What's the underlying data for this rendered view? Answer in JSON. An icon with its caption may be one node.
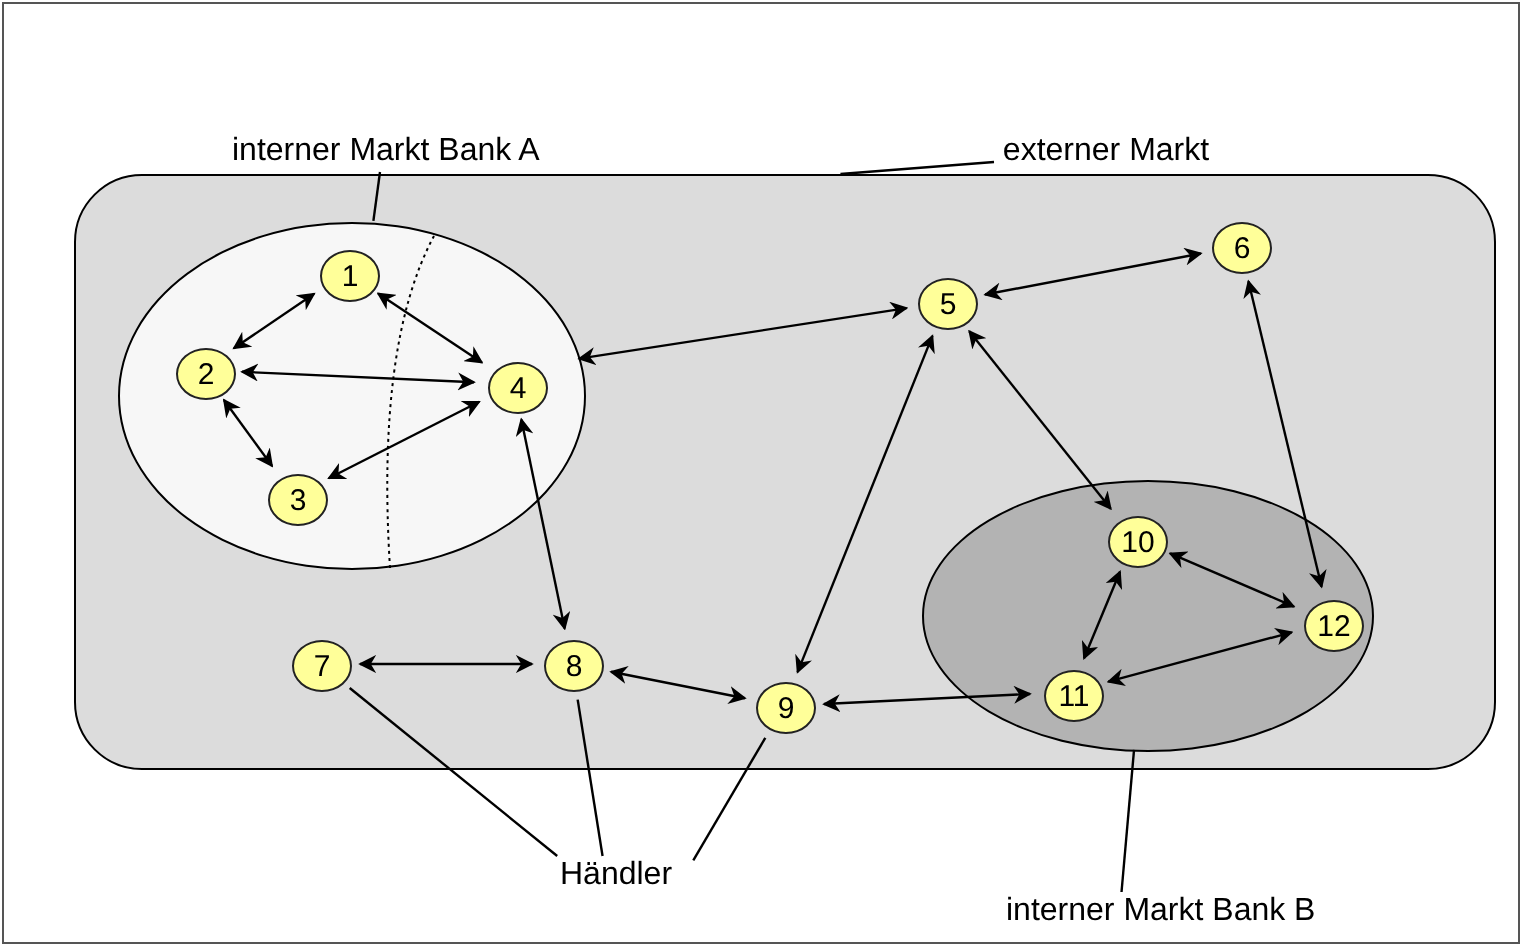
{
  "diagram": {
    "nodes": [
      {
        "text": [],
        "shape": "box"
      },
      {
        "text": [],
        "shape": "ellipse",
        "in": 0
      },
      {
        "text": [
          "1"
        ],
        "in": 1
      },
      {
        "text": [
          "2"
        ],
        "in": 1
      },
      {
        "text": [
          "3"
        ],
        "in": 1
      },
      {
        "text": [
          "4"
        ],
        "in": 1
      },
      {
        "text": [
          "5"
        ],
        "in": 0
      },
      {
        "text": [
          "6"
        ],
        "in": 0
      },
      {
        "text": [
          "7"
        ],
        "in": 0
      },
      {
        "text": [
          "8"
        ],
        "in": 0
      },
      {
        "text": [
          "9"
        ],
        "in": 0
      },
      {
        "text": [],
        "shape": "ellipse",
        "in": 0
      },
      {
        "text": [
          "10"
        ],
        "in": 11
      },
      {
        "text": [
          "11"
        ],
        "in": 11
      },
      {
        "text": [
          "12"
        ],
        "in": 11
      },
      {
        "text": [
          "interner Markt Bank A"
        ]
      },
      {
        "text": [
          "externer Markt"
        ]
      },
      {
        "text": [
          "Händler"
        ]
      },
      {
        "text": [
          "interner Markt Bank B"
        ]
      }
    ],
    "edges": [
      {
        "from": 2,
        "to": 3,
        "arrow": "both"
      },
      {
        "from": 2,
        "to": 5,
        "arrow": "both"
      },
      {
        "from": 3,
        "to": 5,
        "arrow": "both"
      },
      {
        "from": 3,
        "to": 4,
        "arrow": "both"
      },
      {
        "from": 4,
        "to": 5,
        "arrow": "both"
      },
      {
        "from": 5,
        "to": 9,
        "arrow": "both"
      },
      {
        "from": 6,
        "to": 1,
        "arrow": "both"
      },
      {
        "from": 6,
        "to": 7,
        "arrow": "both"
      },
      {
        "from": 6,
        "to": 10,
        "arrow": "both"
      },
      {
        "from": 6,
        "to": 12,
        "arrow": "both"
      },
      {
        "from": 7,
        "to": 14,
        "arrow": "both"
      },
      {
        "from": 8,
        "to": 9,
        "arrow": "both"
      },
      {
        "from": 9,
        "to": 10,
        "arrow": "both"
      },
      {
        "from": 10,
        "to": 13,
        "arrow": "both"
      },
      {
        "from": 12,
        "to": 14,
        "arrow": "both"
      },
      {
        "from": 12,
        "to": 13,
        "arrow": "both"
      },
      {
        "from": 13,
        "to": 14,
        "arrow": "both"
      },
      {
        "from": 15,
        "to": 1,
        "arrow": "none"
      },
      {
        "from": 16,
        "to": 0,
        "arrow": "none"
      },
      {
        "from": 17,
        "to": 8,
        "arrow": "none"
      },
      {
        "from": 17,
        "to": 9,
        "arrow": "none"
      },
      {
        "from": 17,
        "to": 10,
        "arrow": "none"
      },
      {
        "from": 18,
        "to": 11,
        "arrow": "none"
      }
    ]
  }
}
